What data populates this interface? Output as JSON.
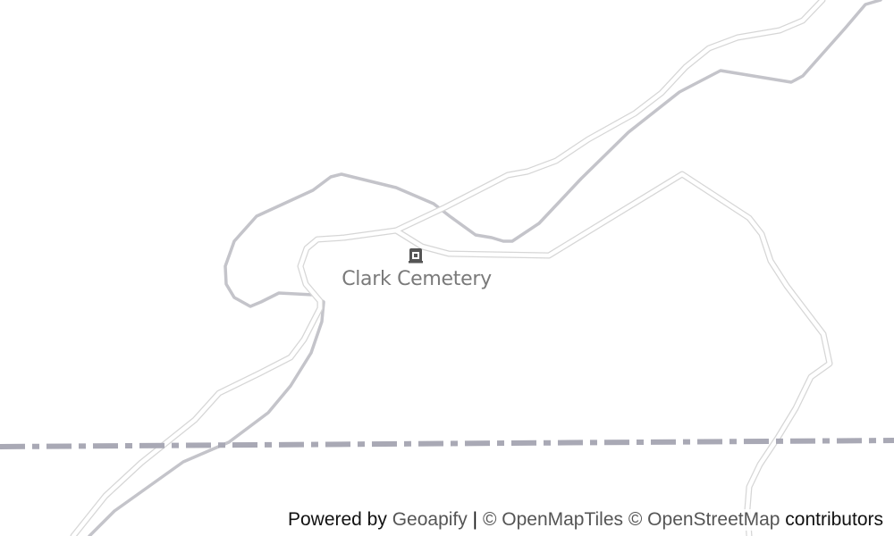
{
  "map": {
    "poi": {
      "name": "Clark Cemetery",
      "icon": "cemetery-icon"
    },
    "colors": {
      "background": "#ffffff",
      "road_casing": "#d6d6d6",
      "road_fill": "#ffffff",
      "stream": "#c4c4ca",
      "boundary": "#a9a9b5",
      "label": "#7a7a7a"
    }
  },
  "attribution": {
    "prefix": "Powered by",
    "geoapify": "Geoapify",
    "separator": "|",
    "openmaptiles": "© OpenMapTiles",
    "openstreetmap": "© OpenStreetMap",
    "suffix": "contributors"
  }
}
